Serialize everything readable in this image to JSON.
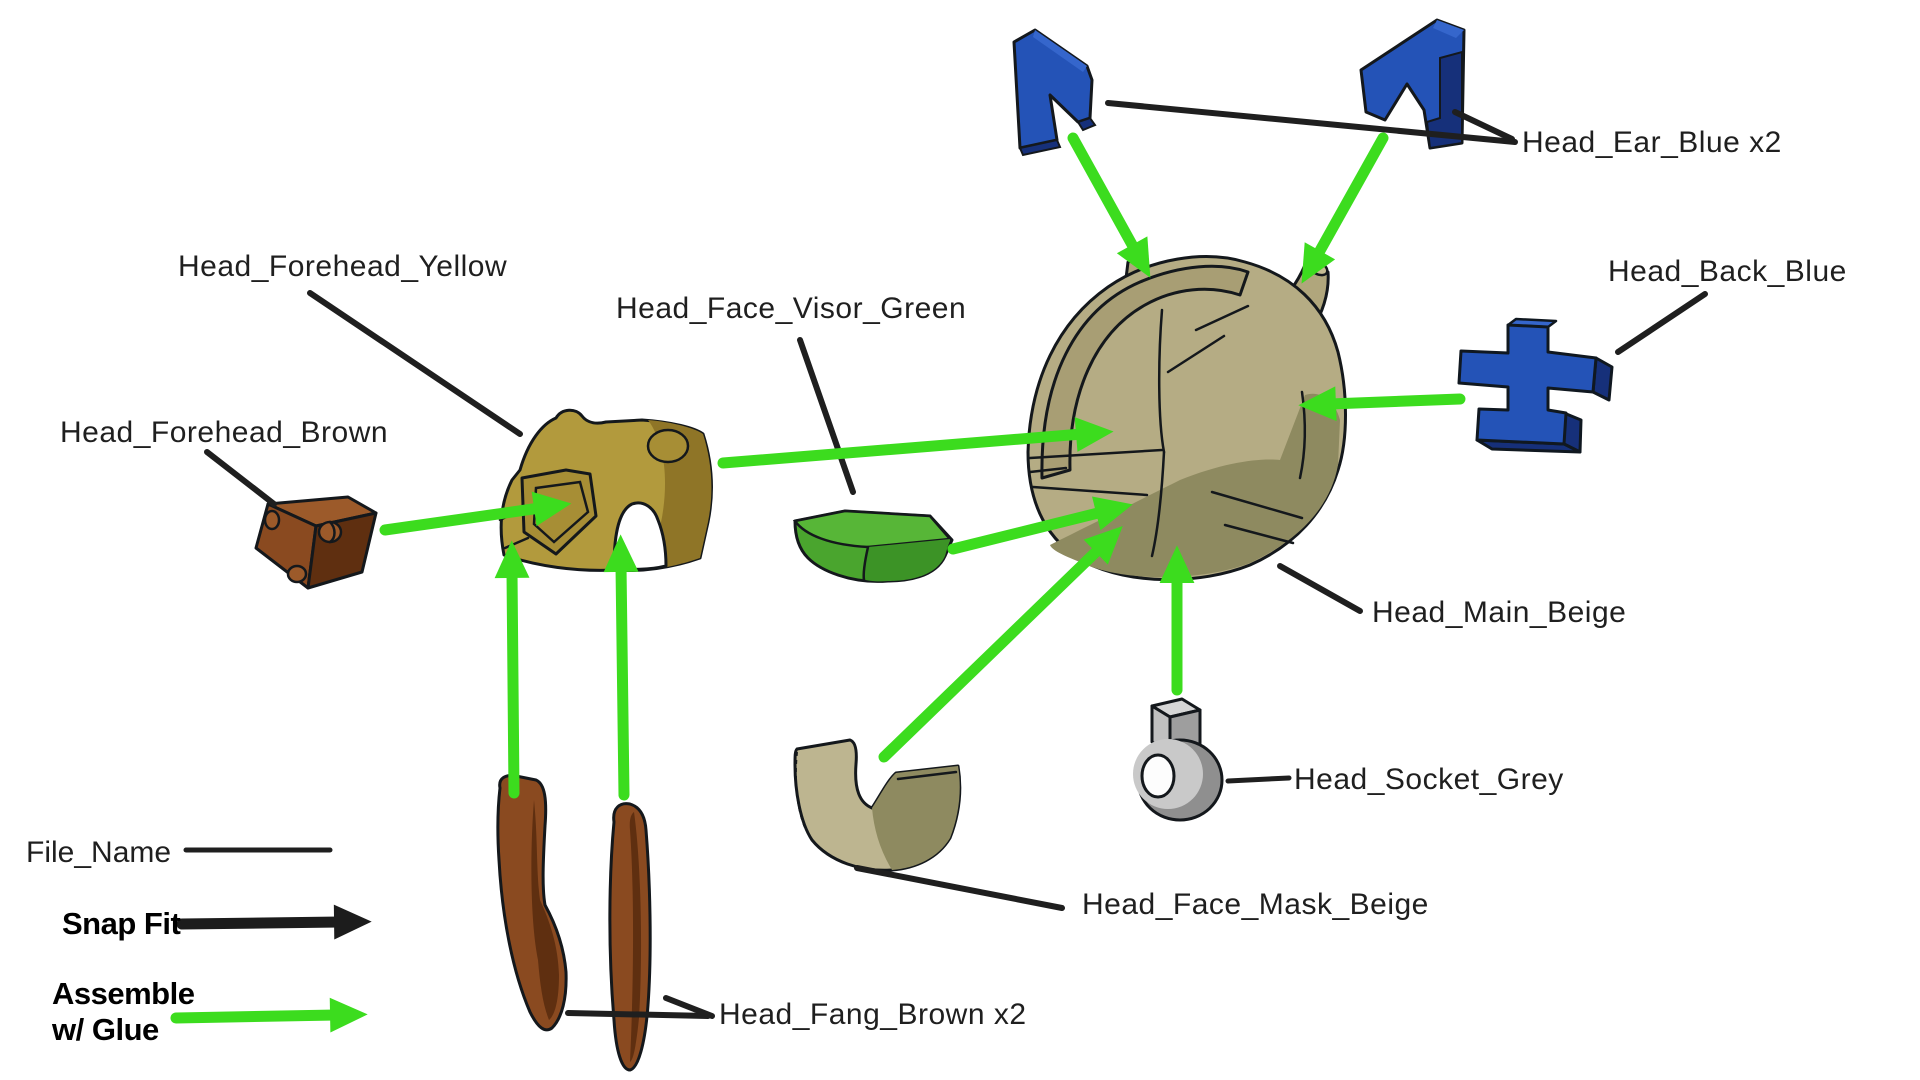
{
  "diagram": {
    "background": "#ffffff",
    "colors": {
      "ink": "#1f1f1f",
      "glue_green": "#3cdc1e",
      "snap_black": "#1c1c1c",
      "blue": "#2453b7",
      "blue_dark": "#16307a",
      "blue_light": "#3566cc",
      "beige": "#b5ac84",
      "beige_dark": "#8e8a60",
      "beige_band": "#a89e74",
      "beige_horn": "#b0a67c",
      "yellow": "#b29a3d",
      "yellow_dark": "#8f7527",
      "yellow_recess": "#a78e35",
      "brown": "#8a4a20",
      "brown_dark": "#5f2f10",
      "brown_light": "#9c5a2a",
      "visor_green": "#4aa52e",
      "visor_green_light": "#57b637",
      "visor_green_dark": "#3c9326",
      "grey": "#c9c9c9",
      "grey_dark": "#8f8f8f",
      "grey_light": "#d6d6d6",
      "mask_beige": "#bdb590"
    },
    "parts": {
      "ear": {
        "label": "Head_Ear_Blue x2"
      },
      "forehead_yellow": {
        "label": "Head_Forehead_Yellow"
      },
      "visor": {
        "label": "Head_Face_Visor_Green"
      },
      "back_blue": {
        "label": "Head_Back_Blue"
      },
      "forehead_brown": {
        "label": "Head_Forehead_Brown"
      },
      "main": {
        "label": "Head_Main_Beige"
      },
      "socket": {
        "label": "Head_Socket_Grey"
      },
      "mask": {
        "label": "Head_Face_Mask_Beige"
      },
      "fang": {
        "label": "Head_Fang_Brown x2"
      }
    },
    "legend": {
      "file_name_label": "File_Name",
      "snap_fit_label": "Snap Fit",
      "glue_label_line1": "Assemble",
      "glue_label_line2": "w/ Glue"
    }
  }
}
